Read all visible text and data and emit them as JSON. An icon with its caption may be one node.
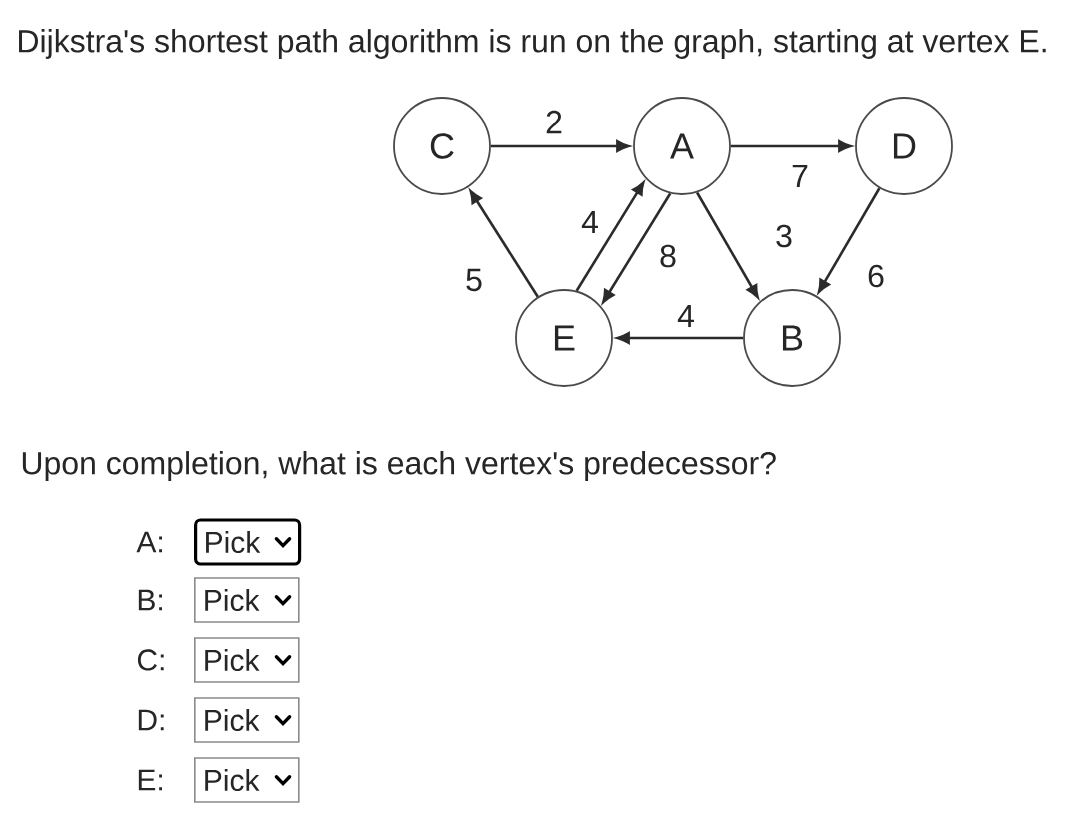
{
  "diagram": {
    "title": "Dijkstra's shortest path algorithm is run on the graph, starting at vertex E.",
    "nodes": [
      {
        "text": [
          "C"
        ]
      },
      {
        "text": [
          "A"
        ]
      },
      {
        "text": [
          "D"
        ]
      },
      {
        "text": [
          "E"
        ]
      },
      {
        "text": [
          "B"
        ]
      }
    ],
    "edges": [
      {
        "from": 0,
        "to": 1,
        "arrow": "to",
        "label": "2"
      },
      {
        "from": 1,
        "to": 2,
        "arrow": "to",
        "label": "7"
      },
      {
        "from": 3,
        "to": 0,
        "arrow": "to",
        "label": "5"
      },
      {
        "from": 3,
        "to": 1,
        "arrow": "to",
        "label": "4"
      },
      {
        "from": 1,
        "to": 3,
        "arrow": "to",
        "label": "8"
      },
      {
        "from": 1,
        "to": 4,
        "arrow": "to",
        "label": "3"
      },
      {
        "from": 2,
        "to": 4,
        "arrow": "to",
        "label": "6"
      },
      {
        "from": 4,
        "to": 3,
        "arrow": "to",
        "label": "4"
      }
    ],
    "labels": [
      "Upon completion, what is each vertex's predecessor?",
      "A:",
      "Pick",
      "B:",
      "Pick",
      "C:",
      "Pick",
      "D:",
      "Pick",
      "E:",
      "Pick"
    ]
  }
}
